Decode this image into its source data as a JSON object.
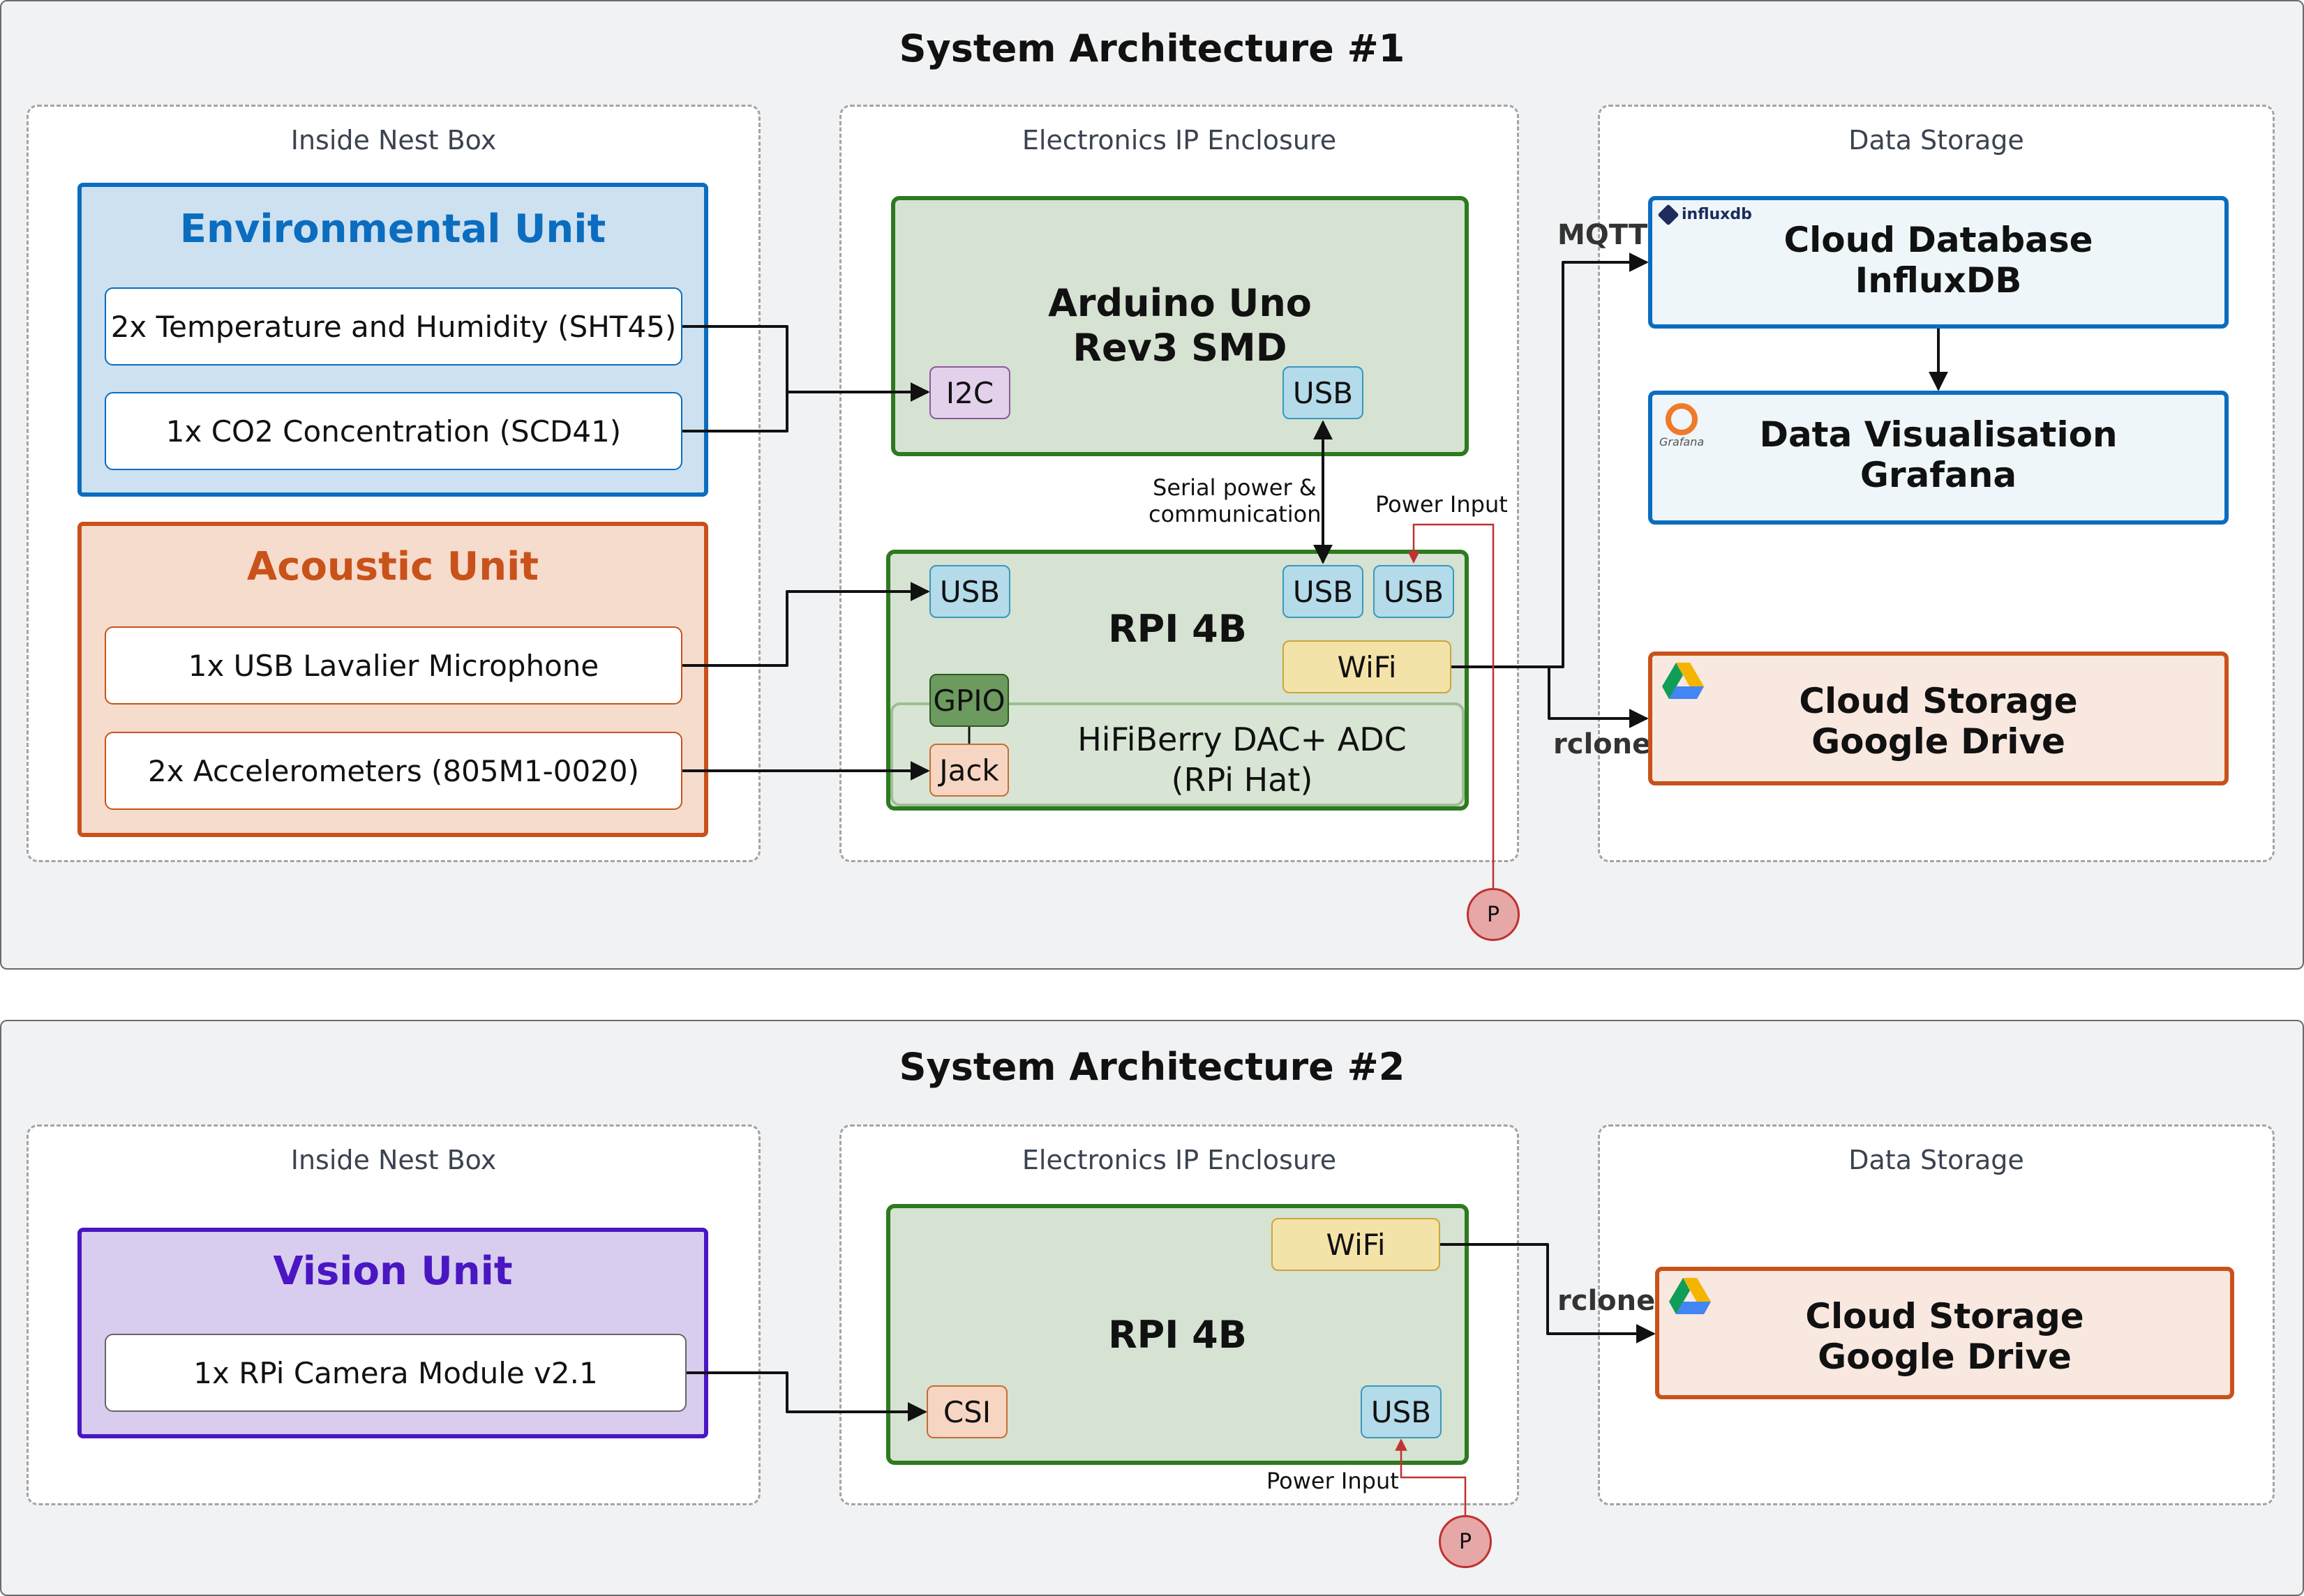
{
  "arch1": {
    "title": "System Architecture #1",
    "nest_group": "Inside Nest Box",
    "enclosure_group": "Electronics IP Enclosure",
    "storage_group": "Data Storage",
    "env_unit": {
      "title": "Environmental Unit",
      "sensors": [
        "2x Temperature and Humidity (SHT45)",
        "1x CO2 Concentration (SCD41)"
      ]
    },
    "acoustic_unit": {
      "title": "Acoustic Unit",
      "sensors": [
        "1x USB Lavalier Microphone",
        "2x Accelerometers (805M1-0020)"
      ]
    },
    "arduino": {
      "title_line1": "Arduino Uno",
      "title_line2": "Rev3 SMD",
      "port_i2c": "I2C",
      "port_usb": "USB"
    },
    "serial_label_line1": "Serial power &",
    "serial_label_line2": "communication",
    "power_input_label": "Power Input",
    "power_symbol": "P",
    "rpi": {
      "title": "RPI 4B",
      "port_usb_left": "USB",
      "port_usb_mid": "USB",
      "port_usb_right": "USB",
      "port_wifi": "WiFi",
      "port_gpio": "GPIO",
      "port_jack": "Jack",
      "hat_line1": "HiFiBerry DAC+ ADC",
      "hat_line2": "(RPi Hat)"
    },
    "mqtt_label": "MQTT",
    "rclone_label": "rclone",
    "cloud_db": {
      "logo": "influxdb",
      "line1": "Cloud Database",
      "line2": "InfluxDB"
    },
    "data_vis": {
      "logo": "Grafana",
      "line1": "Data Visualisation",
      "line2": "Grafana"
    },
    "cloud_storage": {
      "line1": "Cloud Storage",
      "line2": "Google Drive"
    }
  },
  "arch2": {
    "title": "System Architecture #2",
    "nest_group": "Inside Nest Box",
    "enclosure_group": "Electronics IP Enclosure",
    "storage_group": "Data Storage",
    "vision_unit": {
      "title": "Vision Unit",
      "sensors": [
        "1x RPi Camera Module v2.1"
      ]
    },
    "rpi": {
      "title": "RPI 4B",
      "port_wifi": "WiFi",
      "port_csi": "CSI",
      "port_usb": "USB"
    },
    "rclone_label": "rclone",
    "power_input_label": "Power Input",
    "power_symbol": "P",
    "cloud_storage": {
      "line1": "Cloud Storage",
      "line2": "Google Drive"
    }
  },
  "colors": {
    "env_blue": "#0b6dbf",
    "acoustic_orange": "#c9521a",
    "vision_purple": "#4a16c2",
    "board_green": "#2d7a1f",
    "power_red": "#c0312f"
  }
}
